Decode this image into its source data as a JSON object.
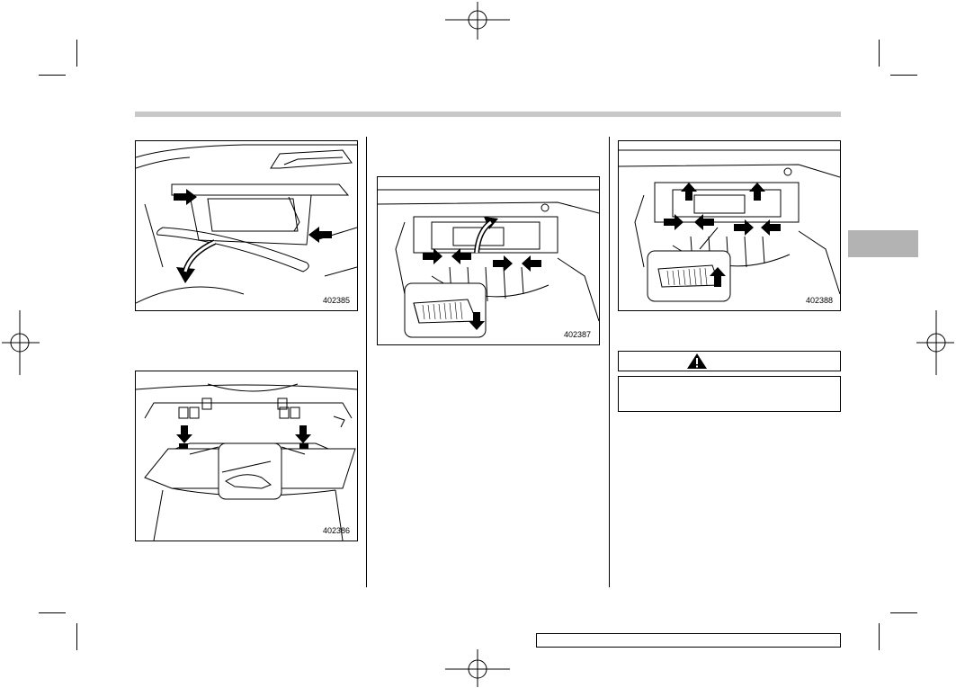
{
  "figures": {
    "glovebox_open": {
      "number": "402385"
    },
    "glovebox_stoppers": {
      "number": "402386"
    },
    "filter_cover_removal": {
      "number": "402387"
    },
    "filter_cover_install": {
      "number": "402388"
    }
  },
  "warning": {
    "icon": "warning-triangle-icon"
  },
  "colors": {
    "header_bar": "#c8c8c8",
    "side_tab": "#b3b3b3"
  }
}
